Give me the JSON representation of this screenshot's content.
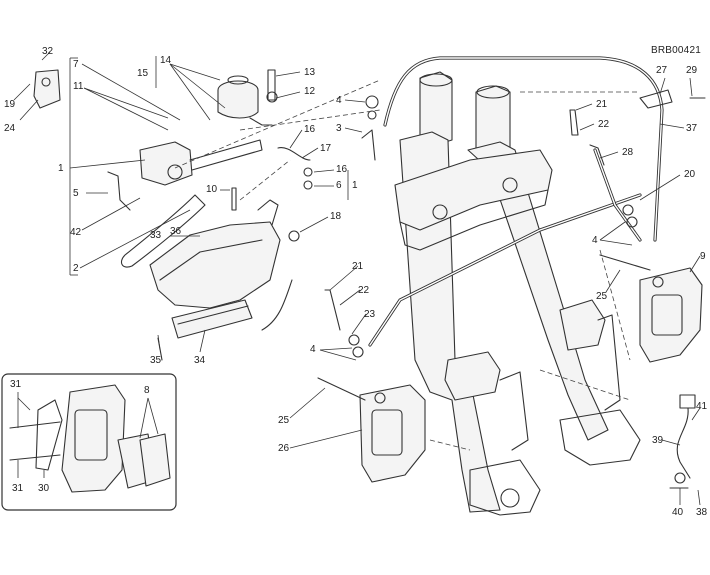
{
  "diagram": {
    "code": "BRB00421",
    "callouts": [
      {
        "id": "c32",
        "text": "32"
      },
      {
        "id": "c19",
        "text": "19"
      },
      {
        "id": "c24",
        "text": "24"
      },
      {
        "id": "c7",
        "text": "7"
      },
      {
        "id": "c11",
        "text": "11"
      },
      {
        "id": "c1a",
        "text": "1"
      },
      {
        "id": "c5",
        "text": "5"
      },
      {
        "id": "c42",
        "text": "42"
      },
      {
        "id": "c2",
        "text": "2"
      },
      {
        "id": "c14",
        "text": "14"
      },
      {
        "id": "c15",
        "text": "15"
      },
      {
        "id": "c13",
        "text": "13"
      },
      {
        "id": "c12",
        "text": "12"
      },
      {
        "id": "c4a",
        "text": "4"
      },
      {
        "id": "c3",
        "text": "3"
      },
      {
        "id": "c16a",
        "text": "16"
      },
      {
        "id": "c17",
        "text": "17"
      },
      {
        "id": "c16b",
        "text": "16"
      },
      {
        "id": "c6",
        "text": "6"
      },
      {
        "id": "c1b",
        "text": "1"
      },
      {
        "id": "c10",
        "text": "10"
      },
      {
        "id": "c18",
        "text": "18"
      },
      {
        "id": "c33",
        "text": "33"
      },
      {
        "id": "c36",
        "text": "36"
      },
      {
        "id": "c35",
        "text": "35"
      },
      {
        "id": "c34",
        "text": "34"
      },
      {
        "id": "c27",
        "text": "27"
      },
      {
        "id": "c29",
        "text": "29"
      },
      {
        "id": "c21a",
        "text": "21"
      },
      {
        "id": "c22a",
        "text": "22"
      },
      {
        "id": "c37",
        "text": "37"
      },
      {
        "id": "c28",
        "text": "28"
      },
      {
        "id": "c20",
        "text": "20"
      },
      {
        "id": "c4b",
        "text": "4"
      },
      {
        "id": "c9",
        "text": "9"
      },
      {
        "id": "c25a",
        "text": "25"
      },
      {
        "id": "c21b",
        "text": "21"
      },
      {
        "id": "c22b",
        "text": "22"
      },
      {
        "id": "c23",
        "text": "23"
      },
      {
        "id": "c4c",
        "text": "4"
      },
      {
        "id": "c25b",
        "text": "25"
      },
      {
        "id": "c26",
        "text": "26"
      },
      {
        "id": "c41",
        "text": "41"
      },
      {
        "id": "c39",
        "text": "39"
      },
      {
        "id": "c40",
        "text": "40"
      },
      {
        "id": "c38",
        "text": "38"
      },
      {
        "id": "c31a",
        "text": "31"
      },
      {
        "id": "c8",
        "text": "8"
      },
      {
        "id": "c31b",
        "text": "31"
      },
      {
        "id": "c30",
        "text": "30"
      }
    ]
  }
}
